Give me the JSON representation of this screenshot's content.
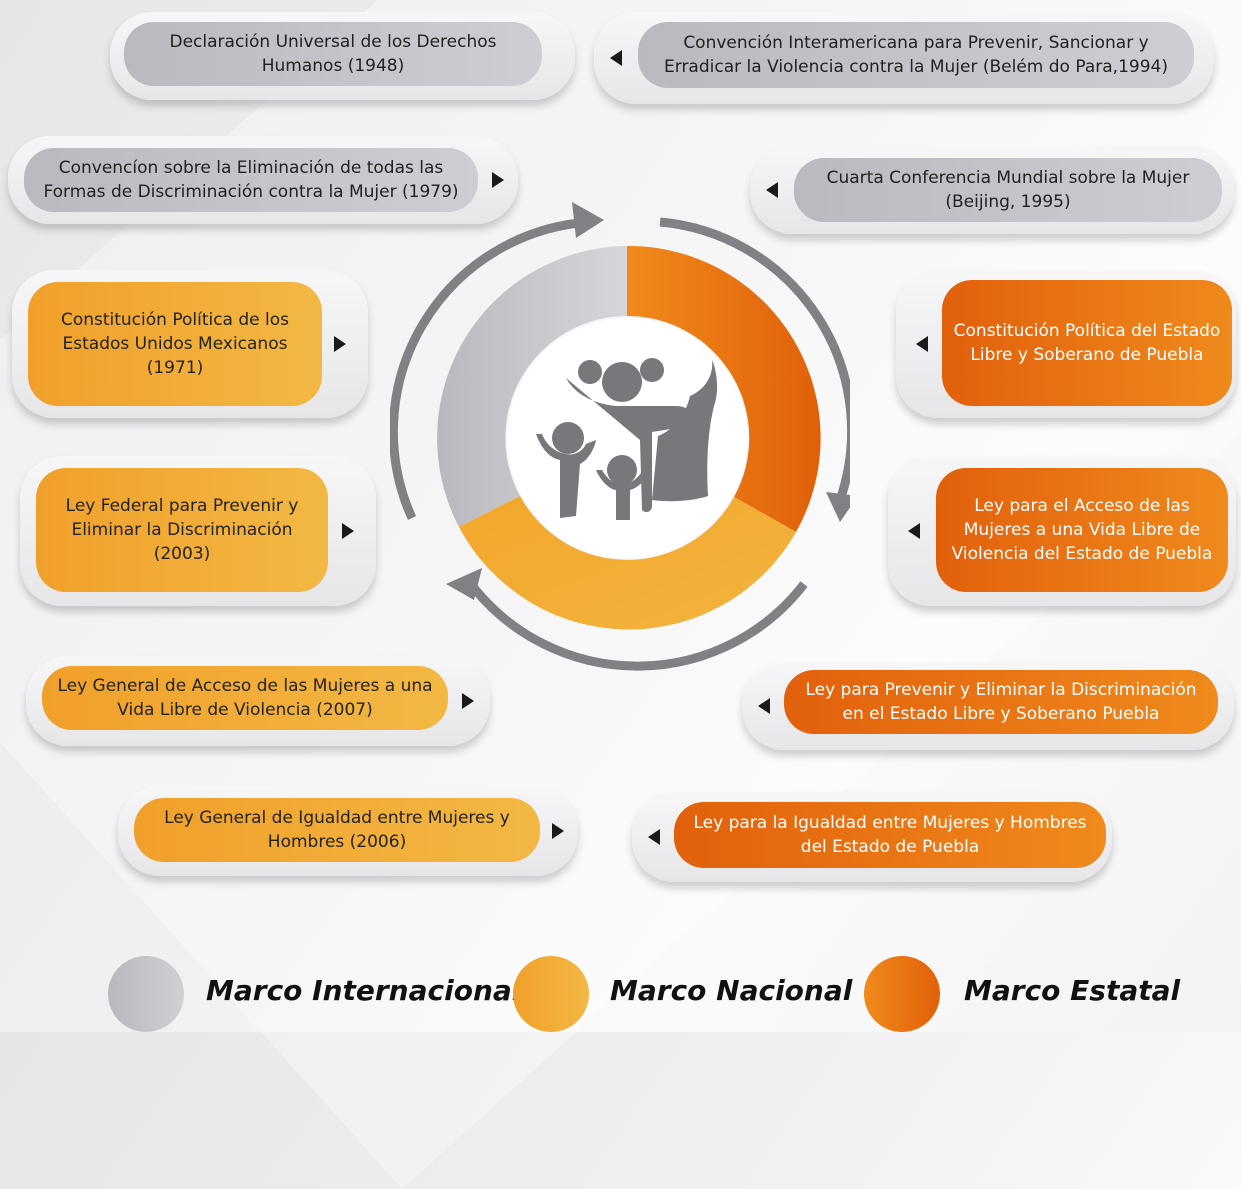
{
  "colors": {
    "international": "#c0c0c6",
    "national": "#f2a82a",
    "state": "#e8680e",
    "icon": "#7a7a7f"
  },
  "left_cards": [
    {
      "text": "Declaración Universal de los Derechos Humanos (1948)",
      "group": "international"
    },
    {
      "text": "Convencíon sobre la Eliminación de todas las Formas de Discriminación contra la Mujer (1979)",
      "group": "international"
    },
    {
      "text": "Constitución Política de los Estados Unidos Mexicanos (1971)",
      "group": "national"
    },
    {
      "text": "Ley Federal para Prevenir y Eliminar la Discriminación (2003)",
      "group": "national"
    },
    {
      "text": "Ley General de Acceso de las Mujeres a una Vida Libre de Violencia (2007)",
      "group": "national"
    },
    {
      "text": "Ley General de Igualdad entre Mujeres y Hombres (2006)",
      "group": "national"
    }
  ],
  "right_cards": [
    {
      "text": "Convención Interamericana para Prevenir, Sancionar y Erradicar la Violencia contra la Mujer (Belém do Para,1994)",
      "group": "international"
    },
    {
      "text": "Cuarta Conferencia Mundial sobre la Mujer (Beijing, 1995)",
      "group": "international"
    },
    {
      "text": "Constitución Política del Estado Libre y Soberano de Puebla",
      "group": "state"
    },
    {
      "text": "Ley para el Acceso de las Mujeres a una Vida Libre de Violencia del Estado de Puebla",
      "group": "state"
    },
    {
      "text": "Ley para Prevenir y Eliminar la Discriminación en el Estado Libre y Soberano Puebla",
      "group": "state"
    },
    {
      "text": "Ley para la Igualdad entre Mujeres y Hombres del Estado de Puebla",
      "group": "state"
    }
  ],
  "legend": [
    {
      "label": "Marco Internacional",
      "group": "international"
    },
    {
      "label": "Marco Nacional",
      "group": "national"
    },
    {
      "label": "Marco Estatal",
      "group": "state"
    }
  ],
  "center_icon": "family-people-icon"
}
